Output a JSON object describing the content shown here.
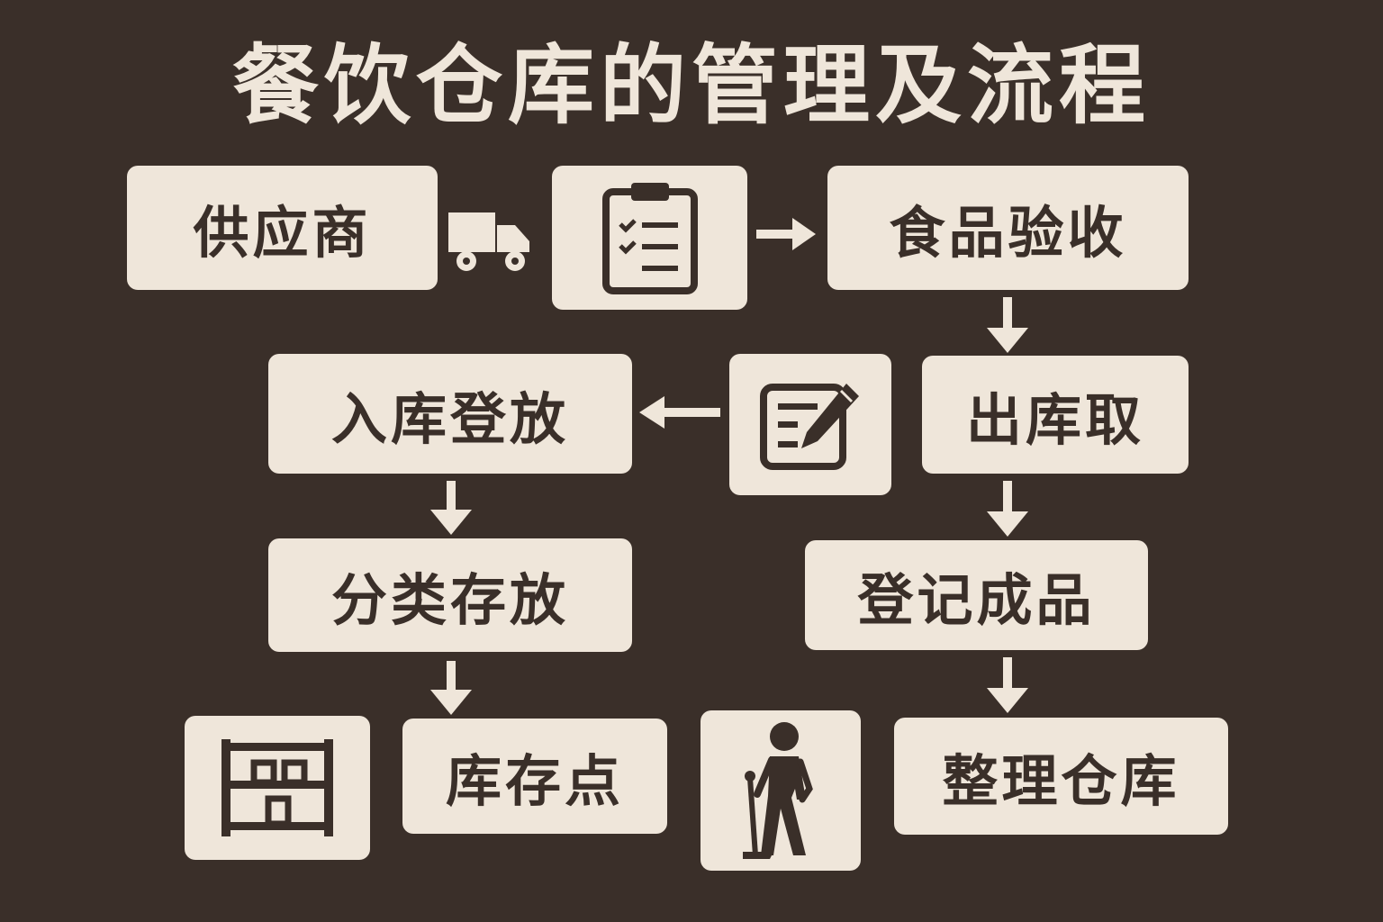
{
  "title": "餐饮仓库的管理及流程",
  "nodes": {
    "supplier": "供应商",
    "inspection": "食品验收",
    "storage_entry": "入库登放",
    "dispatch": "出库取",
    "classify": "分类存放",
    "register": "登记成品",
    "stock_point": "库存点",
    "organize": "整理仓库"
  },
  "icons": {
    "truck": "truck-icon",
    "clipboard": "clipboard-checklist-icon",
    "edit": "edit-note-icon",
    "shelf": "shelf-icon",
    "cleaner": "person-mopping-icon"
  },
  "colors": {
    "background": "#3a2f29",
    "box": "#efe6da",
    "ink": "#3a2f29"
  }
}
